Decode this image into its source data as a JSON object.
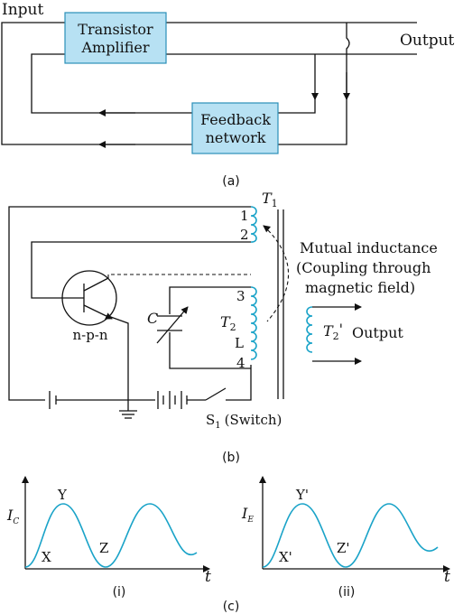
{
  "part_a": {
    "input_label": "Input",
    "output_label": "Output",
    "amplifier_line1": "Transistor",
    "amplifier_line2": "Amplifier",
    "feedback_line1": "Feedback",
    "feedback_line2": "network",
    "caption": "(a)"
  },
  "part_b": {
    "t1_label": "T",
    "t1_sub": "1",
    "pin1": "1",
    "pin2": "2",
    "pin3": "3",
    "pin4": "4",
    "transistor_type": "n-p-n",
    "capacitor_label": "C",
    "t2_label": "T",
    "t2_sub": "2",
    "inductor_label": "L",
    "mutual_line1": "Mutual inductance",
    "mutual_line2": "(Coupling through",
    "mutual_line3": "magnetic field)",
    "t2p_label": "T",
    "t2p_sub": "2",
    "t2p_prime": "'",
    "output_label": "Output",
    "switch_label": "S",
    "switch_sub": "1",
    "switch_text": "(Switch)",
    "caption": "(b)"
  },
  "part_c": {
    "graph_i": {
      "ylabel": "I",
      "ylabel_sub": "C",
      "xlabel": "t",
      "point_low": "X",
      "point_high": "Y",
      "point_next_low": "Z",
      "caption": "(i)"
    },
    "graph_ii": {
      "ylabel": "I",
      "ylabel_sub": "E",
      "xlabel": "t",
      "point_low": "X'",
      "point_high": "Y'",
      "point_next_low": "Z'",
      "caption": "(ii)"
    },
    "caption": "(c)"
  }
}
